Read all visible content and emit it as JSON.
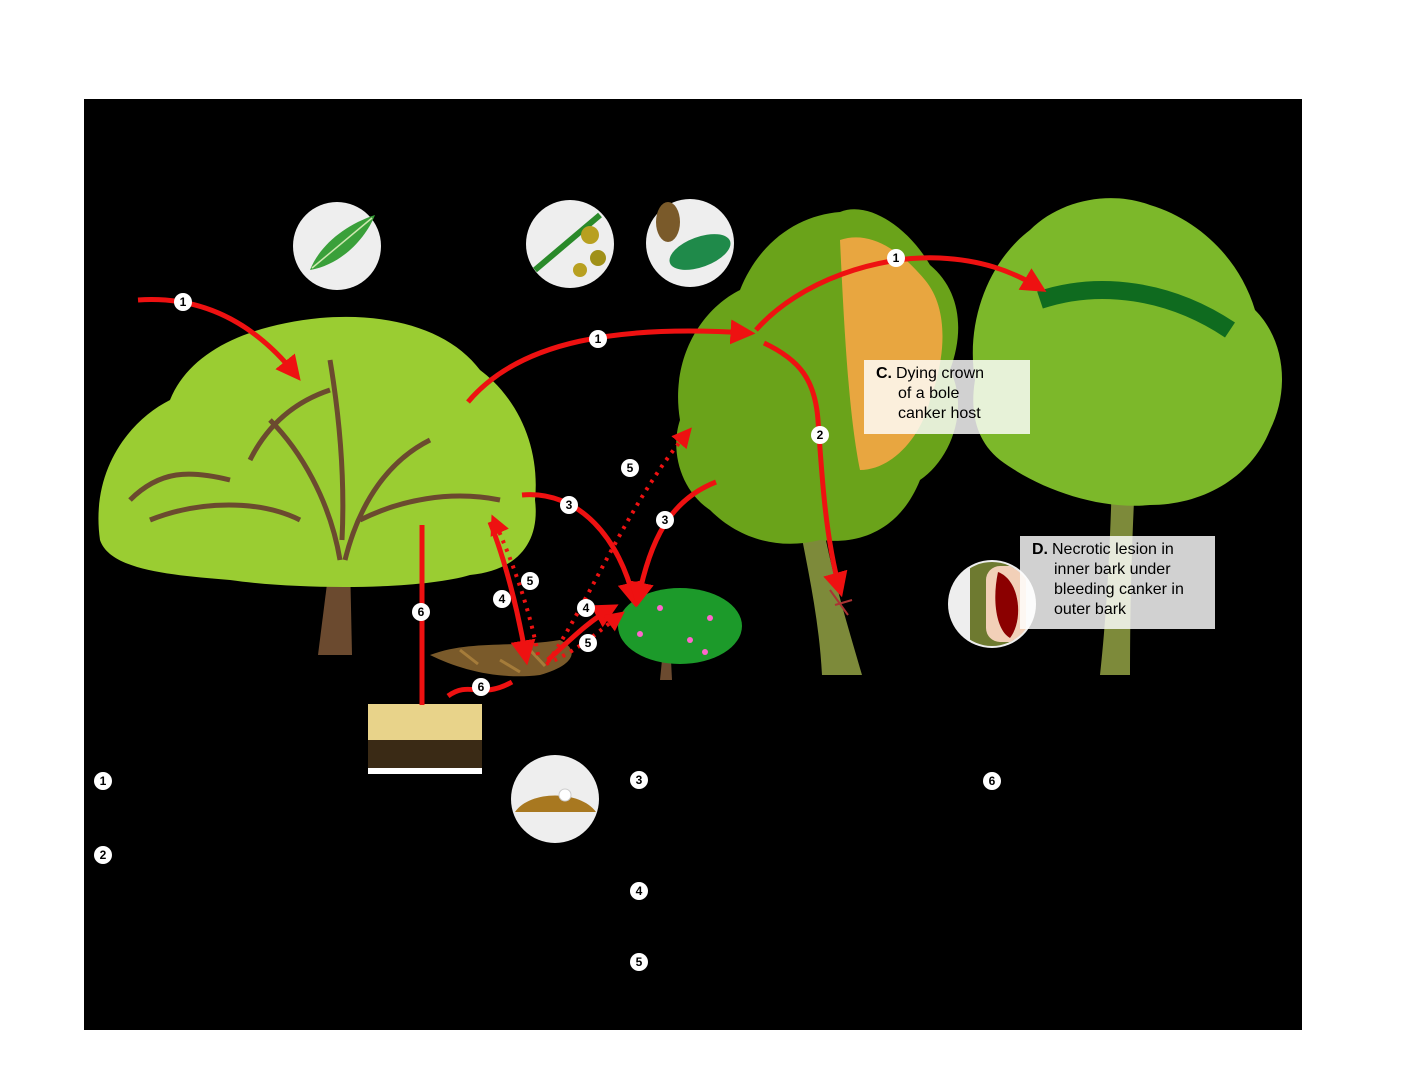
{
  "labels": {
    "c": {
      "letter": "C.",
      "lines": [
        "Dying crown",
        "of a bole",
        "canker host"
      ]
    },
    "d": {
      "letter": "D.",
      "lines": [
        "Necrotic lesion in",
        "inner bark under",
        "bleeding canker in",
        "outer bark"
      ]
    }
  },
  "legend": [
    "1",
    "2",
    "3",
    "4",
    "5",
    "6"
  ],
  "arrow_badges": [
    "1",
    "2",
    "3",
    "4",
    "5",
    "6"
  ],
  "colors": {
    "background": "#000000",
    "arrow": "#ee1111",
    "canopy_light": "#9acd32",
    "canopy_dark": "#6aa31a",
    "canopy_dying": "#e8a640",
    "trunk": "#6b4a2f",
    "soil": "#8a5a20"
  },
  "icons": [
    "leaf-spot-icon",
    "twig-blight-icon",
    "leaf-lesion-icon",
    "sporulation-icon",
    "necrotic-lesion-icon"
  ]
}
